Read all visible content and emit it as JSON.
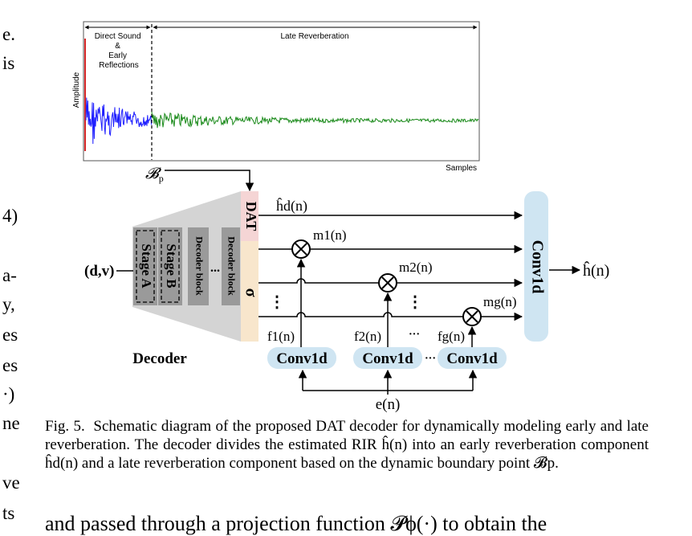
{
  "left_margin_fragments": [
    "e.",
    "is",
    "4)",
    "a-",
    "y,",
    "es",
    "es",
    "·)",
    "ne",
    "ve",
    "ts"
  ],
  "plot": {
    "ylabel": "Amplitude",
    "xlabel": "Samples",
    "region_left_lines": [
      "Direct Sound",
      "&",
      "Early",
      "Reflections"
    ],
    "region_right": "Late Reverberation"
  },
  "diagram": {
    "boundary_label": "𝓑",
    "boundary_sub": "p",
    "input_label": "(d,v)",
    "decoder_label": "Decoder",
    "stage_a": "Stage A",
    "stage_b": "Stage B",
    "decoder_block_1": "Decoder block",
    "decoder_block_2": "Decoder block",
    "dots": "...",
    "dat_label": "DAT",
    "sigma_label": "σ",
    "hd_label": "ĥd(n)",
    "m1_label": "m1(n)",
    "m2_label": "m2(n)",
    "mg_label": "mg(n)",
    "f1_label": "f1(n)",
    "f2_label": "f2(n)",
    "fg_label": "fg(n)",
    "conv_small": "Conv1d",
    "conv_big": "Conv1d",
    "output_label": "ĥ(n)",
    "e_label": "e(n)",
    "vdots": "⋮",
    "hdots": "···"
  },
  "caption": {
    "prefix": "Fig. 5.",
    "text": "Schematic diagram of the proposed DAT decoder for dynamically modeling early and late reverberation. The decoder divides the estimated RIR ĥ(n) into an early reverberation component ĥd(n) and a late reverberation component based on the dynamic boundary point 𝓑p."
  },
  "body_text": "and passed through a projection function 𝓟ϕ(·) to obtain the",
  "colors": {
    "direct": "#d62728",
    "early": "#1f1fff",
    "late": "#1a8a1a",
    "dat_fill": "#f5d5d5",
    "sigma_fill": "#f8e6cc",
    "conv_fill": "#cfe5f2",
    "decoder_fill": "#bfbfbf",
    "block_fill": "#9a9a9a"
  }
}
